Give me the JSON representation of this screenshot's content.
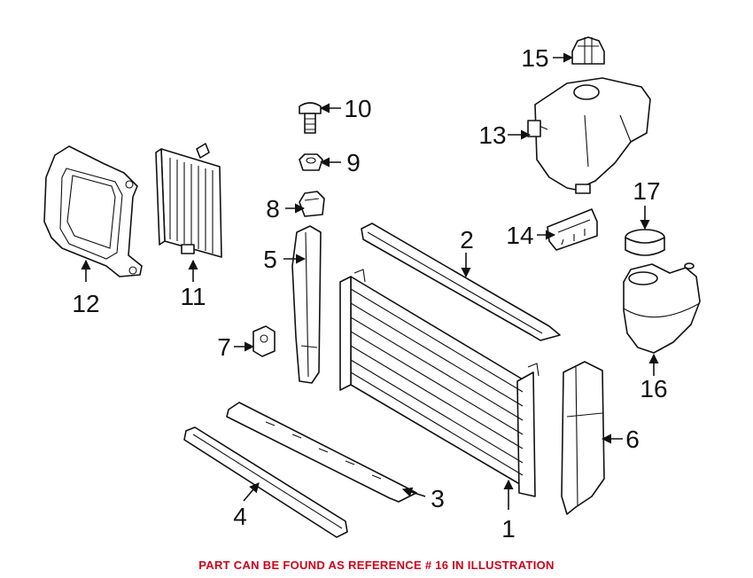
{
  "diagram": {
    "caption": "PART CAN BE FOUND AS REFERENCE # 16 IN ILLUSTRATION",
    "colors": {
      "lines": "#111111",
      "caption": "#d0021b",
      "background": "#ffffff"
    },
    "callouts": [
      {
        "id": "c1",
        "label": "1"
      },
      {
        "id": "c2",
        "label": "2"
      },
      {
        "id": "c3",
        "label": "3"
      },
      {
        "id": "c4",
        "label": "4"
      },
      {
        "id": "c5",
        "label": "5"
      },
      {
        "id": "c6",
        "label": "6"
      },
      {
        "id": "c7",
        "label": "7"
      },
      {
        "id": "c8",
        "label": "8"
      },
      {
        "id": "c9",
        "label": "9"
      },
      {
        "id": "c10",
        "label": "10"
      },
      {
        "id": "c11",
        "label": "11"
      },
      {
        "id": "c12",
        "label": "12"
      },
      {
        "id": "c13",
        "label": "13"
      },
      {
        "id": "c14",
        "label": "14"
      },
      {
        "id": "c15",
        "label": "15"
      },
      {
        "id": "c16",
        "label": "16"
      },
      {
        "id": "c17",
        "label": "17"
      }
    ]
  }
}
